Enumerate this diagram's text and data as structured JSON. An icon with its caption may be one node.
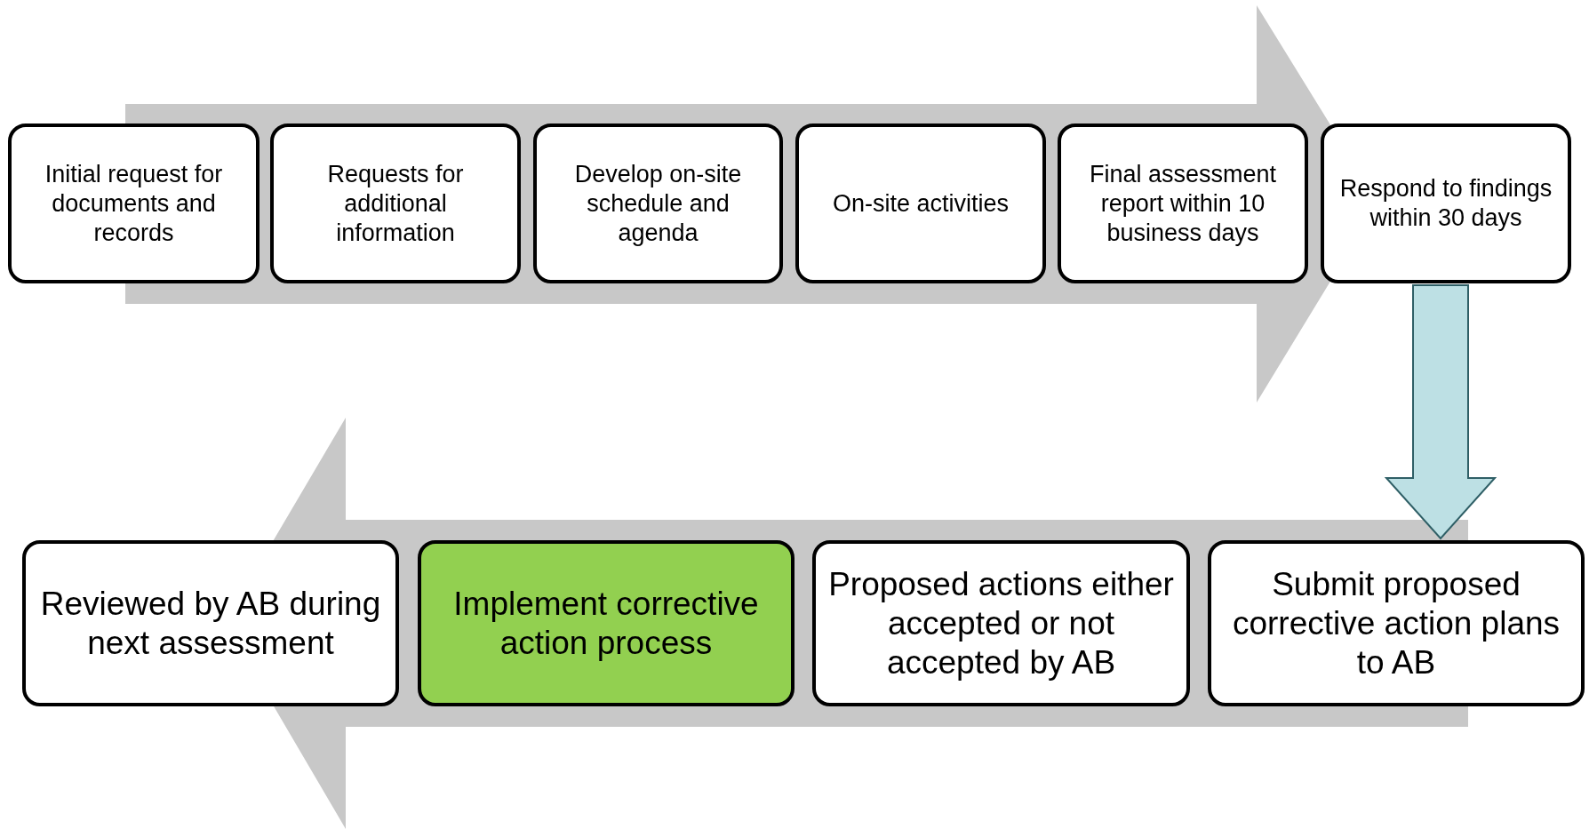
{
  "diagram": {
    "nodes": [
      {
        "text": [
          "Initial request for documents and records"
        ]
      },
      {
        "text": [
          "Requests for additional information"
        ]
      },
      {
        "text": [
          "Develop on-site schedule and agenda"
        ]
      },
      {
        "text": [
          "On-site activities"
        ]
      },
      {
        "text": [
          "Final assessment report within 10 business days"
        ]
      },
      {
        "text": [
          "Respond to findings within 30 days"
        ]
      },
      {
        "text": [
          "Reviewed by AB during next assessment"
        ]
      },
      {
        "text": [
          "Implement corrective action process"
        ]
      },
      {
        "text": [
          "Proposed actions either accepted or not accepted by AB"
        ]
      },
      {
        "text": [
          "Submit proposed corrective action plans to AB"
        ]
      }
    ],
    "edges": [
      {
        "from": 5,
        "to": 9,
        "arrow": "to"
      }
    ]
  }
}
